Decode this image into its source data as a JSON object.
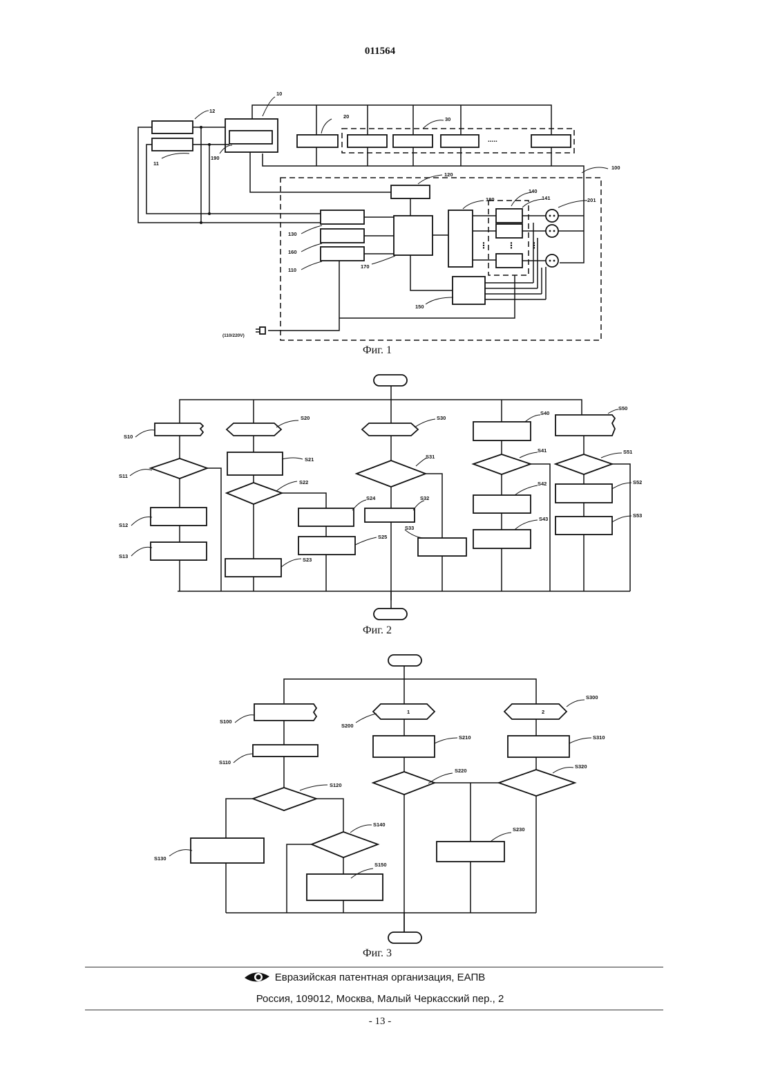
{
  "header": {
    "doc_number": "011564"
  },
  "fig1": {
    "caption": "Фиг. 1",
    "labels": {
      "l10": "10",
      "l12": "12",
      "l11": "11",
      "l190": "190",
      "l20": "20",
      "l30": "30",
      "l100": "100",
      "l120": "120",
      "l140": "140",
      "l141": "141",
      "l180": "180",
      "l201": "201",
      "l130": "130",
      "l160": "160",
      "l110": "110",
      "l170": "170",
      "l150": "150",
      "voltage": "(110/220V)"
    }
  },
  "fig2": {
    "caption": "Фиг. 2",
    "labels": {
      "S10": "S10",
      "S11": "S11",
      "S12": "S12",
      "S13": "S13",
      "S20": "S20",
      "S21": "S21",
      "S22": "S22",
      "S23": "S23",
      "S24": "S24",
      "S25": "S25",
      "S30": "S30",
      "S31": "S31",
      "S32": "S32",
      "S33": "S33",
      "S40": "S40",
      "S41": "S41",
      "S42": "S42",
      "S43": "S43",
      "S50": "S50",
      "S51": "S51",
      "S52": "S52",
      "S53": "S53"
    }
  },
  "fig3": {
    "caption": "Фиг. 3",
    "labels": {
      "S100": "S100",
      "S110": "S110",
      "S120": "S120",
      "S130": "S130",
      "S140": "S140",
      "S150": "S150",
      "S200": "S200",
      "S210": "S210",
      "S220": "S220",
      "S230": "S230",
      "S300": "S300",
      "S310": "S310",
      "S320": "S320",
      "hex1": "1",
      "hex2": "2"
    }
  },
  "footer": {
    "organization": "Евразийская патентная организация, ЕАПВ",
    "address": "Россия, 109012, Москва, Малый Черкасский пер., 2",
    "page_number": "- 13 -"
  }
}
